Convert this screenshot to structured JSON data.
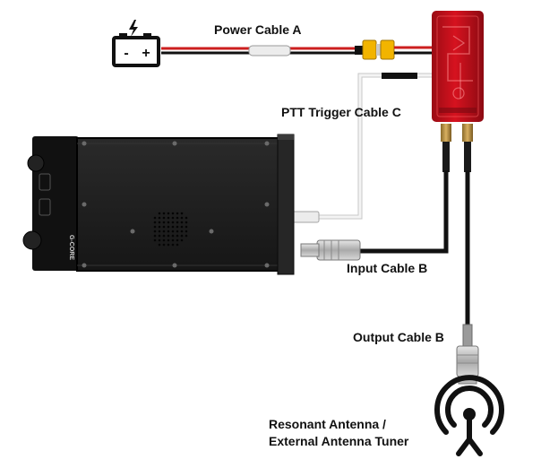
{
  "labels": {
    "power_cable": "Power Cable A",
    "ptt_cable": "PTT Trigger Cable C",
    "input_cable": "Input Cable B",
    "output_cable": "Output Cable B",
    "antenna_line1": "Resonant Antenna /",
    "antenna_line2": "External Antenna Tuner"
  },
  "radio": {
    "brand": "G-CORE"
  },
  "battery": {
    "minus": "-",
    "plus": "+"
  },
  "colors": {
    "amplifier_red": "#c8101c",
    "cable_black": "#111111",
    "cable_red": "#cc1f1f",
    "ptt_cable_white": "#f2f2f2",
    "connector_yellow": "#f2b400",
    "radio_body": "#1b1b1b",
    "connector_silver": "#c6c6c6"
  }
}
